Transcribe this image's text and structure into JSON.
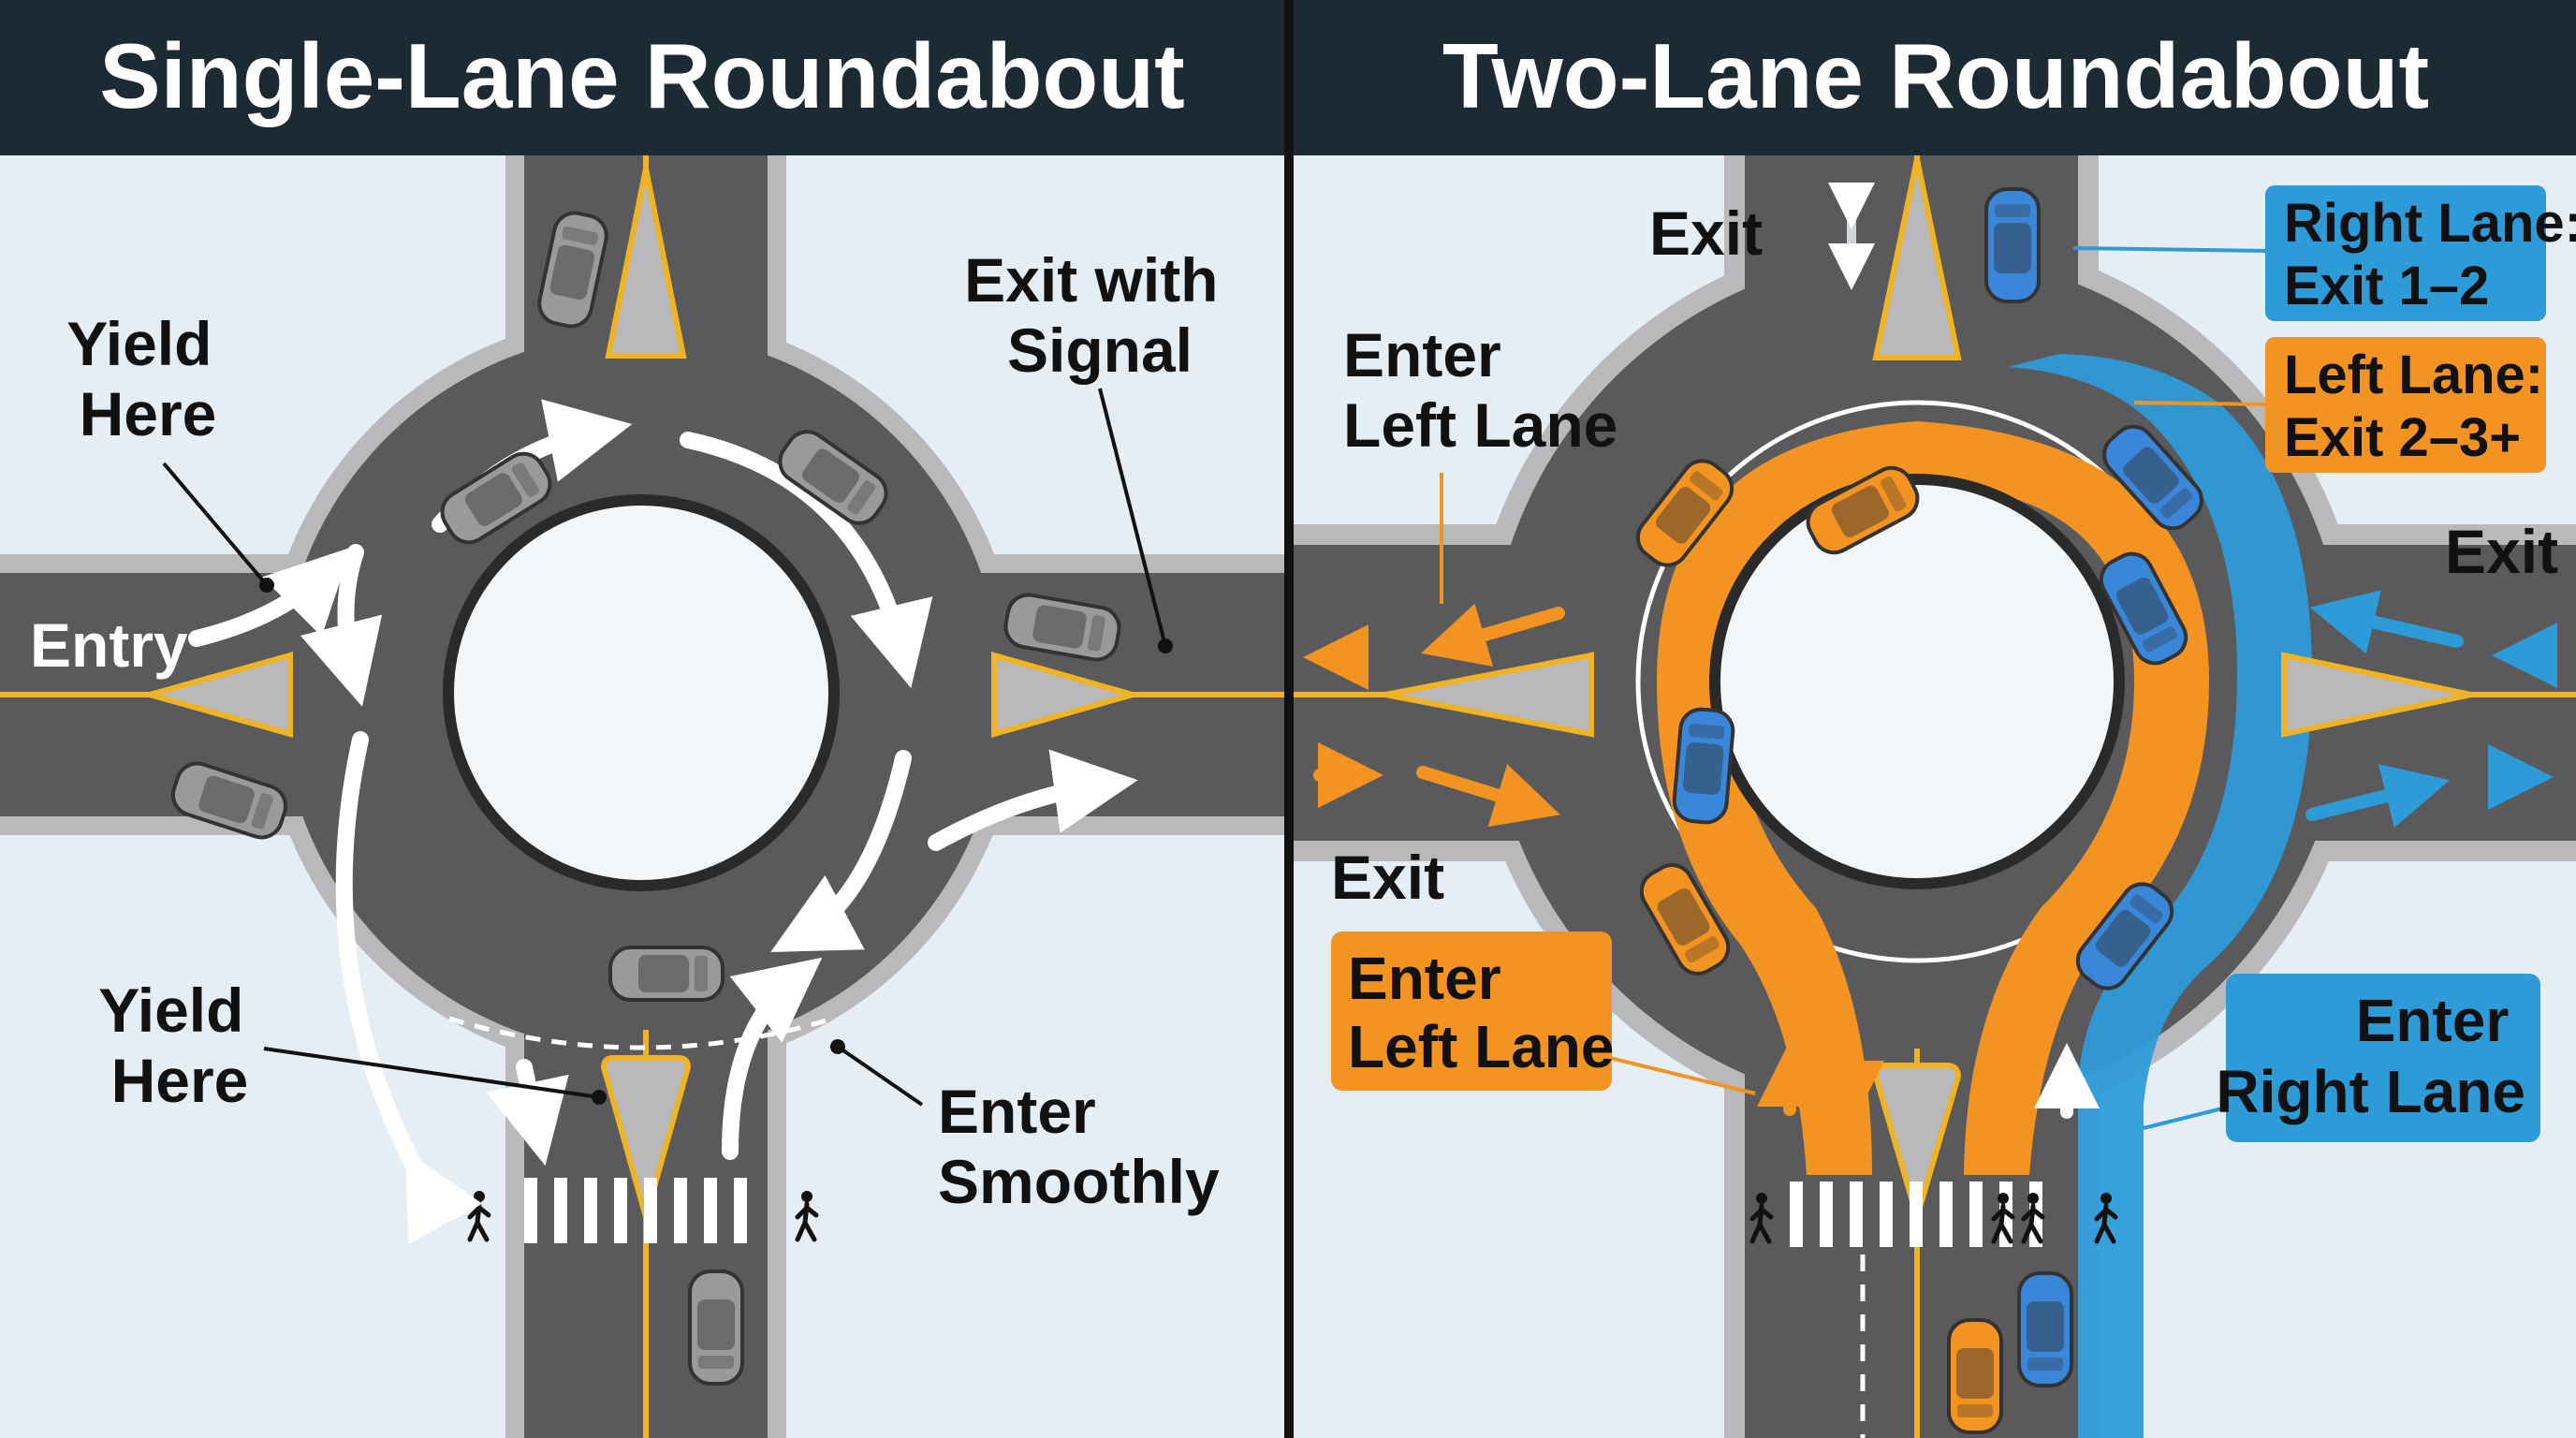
{
  "panels": {
    "left": {
      "title": "Single-Lane Roundabout",
      "labels": {
        "yield_top": [
          "Yield",
          "Here"
        ],
        "entry": "Entry",
        "exit_signal": [
          "Exit with",
          "Signal"
        ],
        "yield_bottom": [
          "Yield",
          "Here"
        ],
        "enter_smoothly": [
          "Enter",
          "Smoothly"
        ]
      }
    },
    "right": {
      "title": "Two-Lane Roundabout",
      "labels": {
        "exit_top": "Exit",
        "enter_left_top": [
          "Enter",
          "Left Lane"
        ],
        "exit_left": "Exit",
        "exit_right": "Exit",
        "enter_left_box": [
          "Enter",
          "Left Lane"
        ],
        "enter_right_box": [
          "Enter",
          "Right Lane"
        ],
        "right_lane_box": [
          "Right Lane:",
          "Exit 1–2"
        ],
        "left_lane_box": [
          "Left Lane:",
          "Exit 2–3+"
        ]
      }
    }
  },
  "colors": {
    "header": "#1b2a33",
    "road": "#5a5a5c",
    "curb": "#b9b9bb",
    "background": "#e6eef5",
    "yellow": "#f0b323",
    "orange": "#f39422",
    "blue": "#2e9bd9",
    "divider": "#111111"
  }
}
